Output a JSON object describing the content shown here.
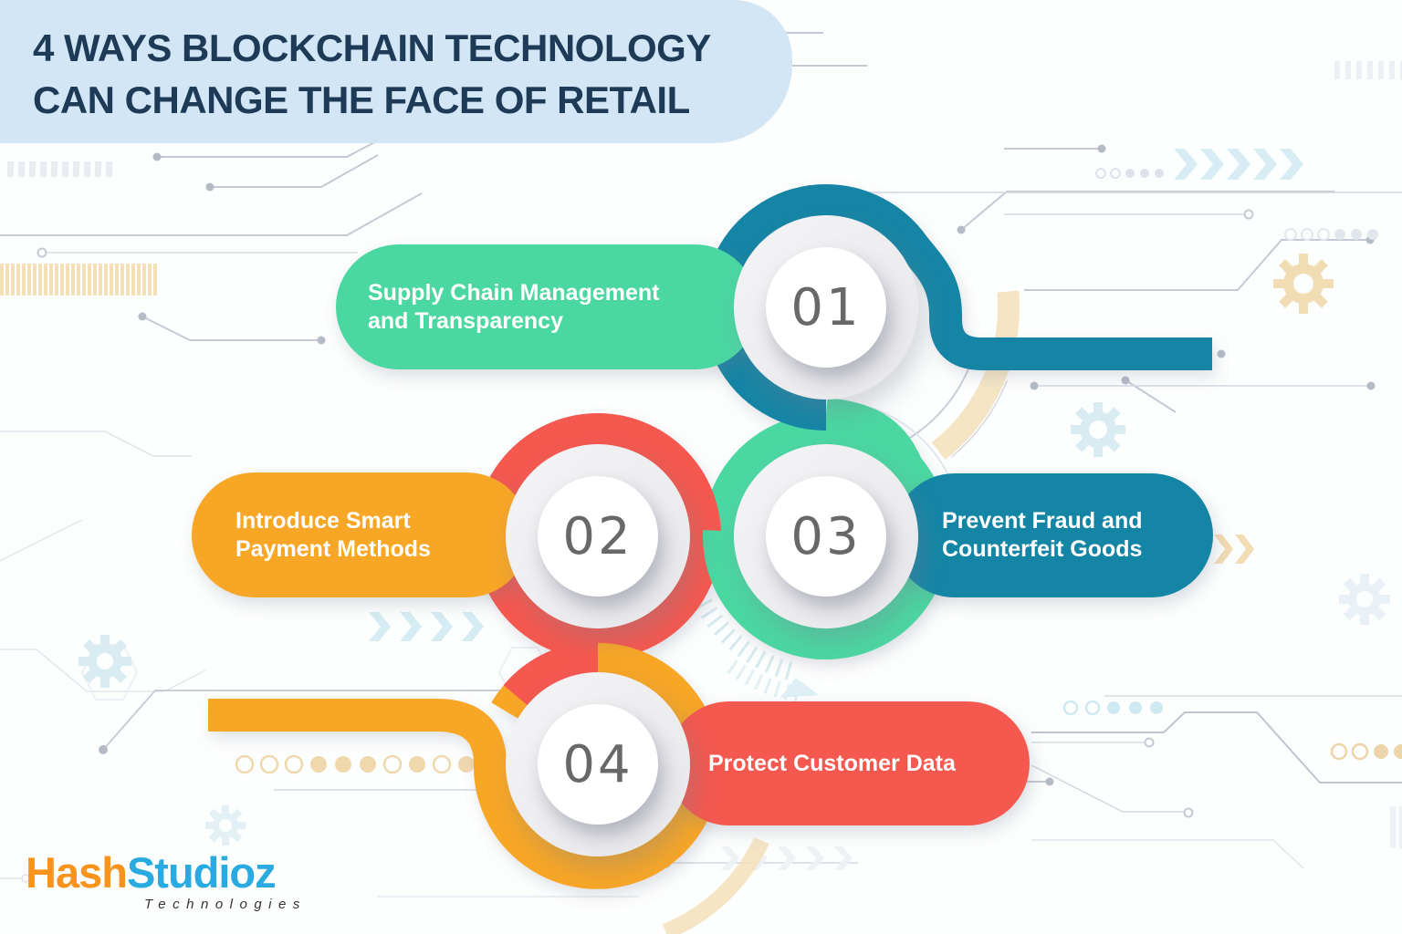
{
  "title": {
    "line1": "4 WAYS BLOCKCHAIN TECHNOLOGY",
    "line2": "CAN CHANGE THE FACE OF RETAIL"
  },
  "items": [
    {
      "number": "01",
      "line1": "Supply Chain Management",
      "line2": "and Transparency",
      "color": "#4bd7a2"
    },
    {
      "number": "02",
      "line1": "Introduce Smart",
      "line2": "Payment Methods",
      "color": "#f7a626"
    },
    {
      "number": "03",
      "line1": "Prevent Fraud and",
      "line2": "Counterfeit Goods",
      "color": "#1485a5"
    },
    {
      "number": "04",
      "line1": "Protect Customer Data",
      "line2": "",
      "color": "#f4584f"
    }
  ],
  "logo": {
    "name_part1": "Hash",
    "name_part2": "Studioz",
    "tagline": "Technologies"
  },
  "colors": {
    "title_bg": "#d3e6f6",
    "title_text": "#1d3a57",
    "teal": "#1485a5",
    "green": "#4bd7a2",
    "orange": "#f7a626",
    "red": "#f4584f",
    "number_text": "#686868",
    "circle_gray": "#ebebee",
    "decor_line": "#c5c9d3",
    "decor_tan": "#f3e0bb",
    "decor_blue": "#d8edf3"
  }
}
